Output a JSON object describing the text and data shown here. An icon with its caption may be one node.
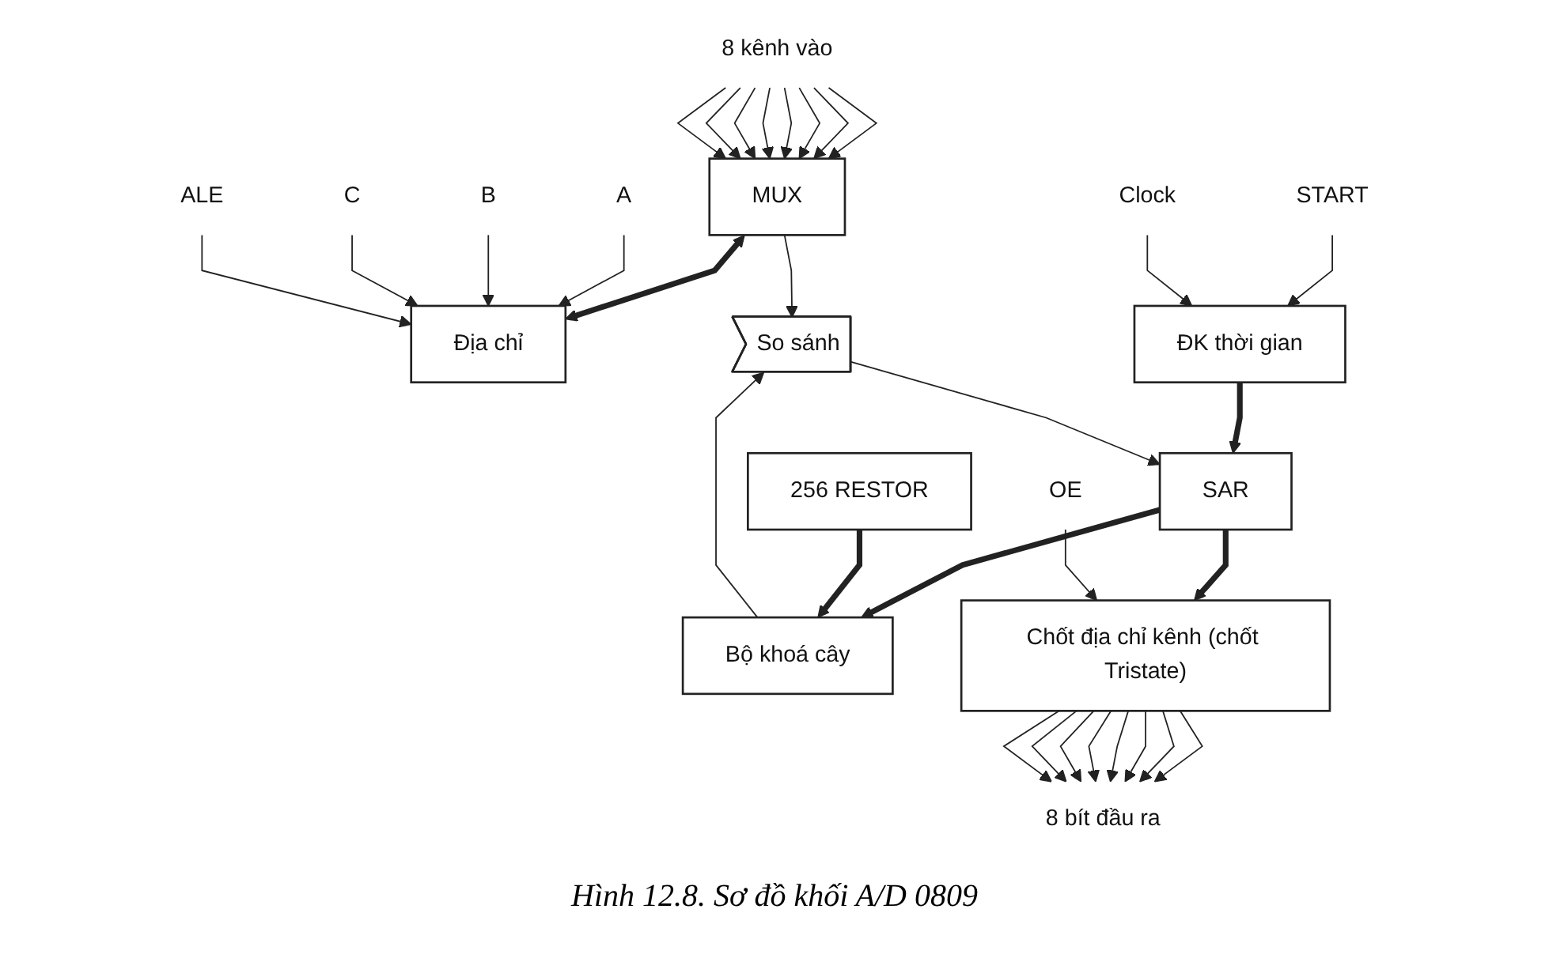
{
  "diagram": {
    "caption": "Hình 12.8. Sơ đồ khối A/D 0809",
    "nodes": [
      {
        "text": [
          "START"
        ]
      },
      {
        "text": [
          "Clock"
        ]
      },
      {
        "text": [
          "ĐK thời gian"
        ]
      },
      {
        "text": [
          "8 kênh vào"
        ]
      },
      {
        "text": [
          "MUX"
        ]
      },
      {
        "text": [
          "So sánh"
        ]
      },
      {
        "text": [
          "SAR"
        ]
      },
      {
        "text": [
          "Chốt địa chỉ kênh (chốt Tristate)"
        ]
      },
      {
        "text": [
          "8 bít đầu ra"
        ]
      },
      {
        "text": [
          "A"
        ]
      },
      {
        "text": [
          "B"
        ]
      },
      {
        "text": [
          "C"
        ]
      },
      {
        "text": [
          "ALE"
        ]
      },
      {
        "text": [
          "Địa chỉ"
        ]
      },
      {
        "text": [
          "Bộ khoá cây"
        ]
      },
      {
        "text": [
          "OE"
        ]
      },
      {
        "text": [
          "256 RESTOR"
        ]
      }
    ],
    "edges": [
      {
        "from": 0,
        "to": 2,
        "arrow": "to"
      },
      {
        "from": 1,
        "to": 2,
        "arrow": "to"
      },
      {
        "from": 2,
        "to": 6,
        "arrow": "to",
        "style": "thick"
      },
      {
        "from": 3,
        "to": 4,
        "arrow": "to"
      },
      {
        "from": 3,
        "to": 4,
        "arrow": "to"
      },
      {
        "from": 3,
        "to": 4,
        "arrow": "to"
      },
      {
        "from": 3,
        "to": 4,
        "arrow": "to"
      },
      {
        "from": 3,
        "to": 4,
        "arrow": "to"
      },
      {
        "from": 3,
        "to": 4,
        "arrow": "to"
      },
      {
        "from": 3,
        "to": 4,
        "arrow": "to"
      },
      {
        "from": 3,
        "to": 4,
        "arrow": "to"
      },
      {
        "from": 4,
        "to": 13,
        "arrow": "both",
        "style": "thick"
      },
      {
        "from": 4,
        "to": 5,
        "arrow": "to"
      },
      {
        "from": 14,
        "to": 5,
        "arrow": "to"
      },
      {
        "from": 5,
        "to": 6,
        "arrow": "to"
      },
      {
        "from": 6,
        "to": 14,
        "arrow": "to",
        "style": "thick"
      },
      {
        "from": 6,
        "to": 7,
        "arrow": "to",
        "style": "thick"
      },
      {
        "from": 7,
        "to": 8,
        "arrow": "to"
      },
      {
        "from": 7,
        "to": 8,
        "arrow": "to"
      },
      {
        "from": 7,
        "to": 8,
        "arrow": "to"
      },
      {
        "from": 7,
        "to": 8,
        "arrow": "to"
      },
      {
        "from": 7,
        "to": 8,
        "arrow": "to"
      },
      {
        "from": 7,
        "to": 8,
        "arrow": "to"
      },
      {
        "from": 7,
        "to": 8,
        "arrow": "to"
      },
      {
        "from": 7,
        "to": 8,
        "arrow": "to"
      },
      {
        "from": 9,
        "to": 13,
        "arrow": "to"
      },
      {
        "from": 10,
        "to": 13,
        "arrow": "to"
      },
      {
        "from": 11,
        "to": 13,
        "arrow": "to"
      },
      {
        "from": 12,
        "to": 13,
        "arrow": "to"
      },
      {
        "from": 15,
        "to": 7,
        "arrow": "to"
      },
      {
        "from": 16,
        "to": 14,
        "arrow": "to",
        "style": "thick"
      }
    ]
  }
}
